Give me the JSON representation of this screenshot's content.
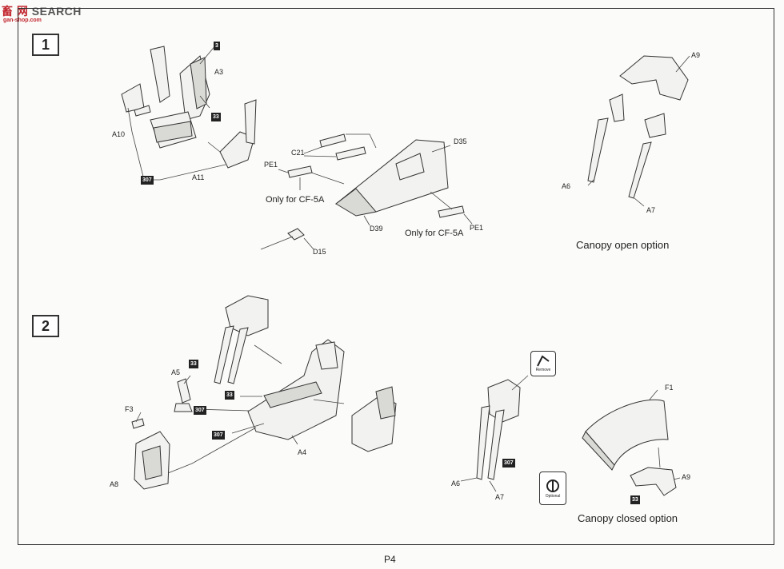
{
  "watermark": {
    "logo_main": "SEARCH",
    "logo_cn": "畜 网",
    "logo_sub": "gan-shop.com"
  },
  "steps": [
    {
      "number": "1"
    },
    {
      "number": "2"
    }
  ],
  "step1": {
    "labels": {
      "a10": "A10",
      "a3": "A3",
      "a11": "A11",
      "c21": "C21",
      "pe1_left": "PE1",
      "d35": "D35",
      "d39": "D39",
      "d15": "D15",
      "pe1_right": "PE1",
      "a9": "A9",
      "a6": "A6",
      "a7": "A7"
    },
    "boxes": {
      "b3": "3",
      "b33": "33",
      "b307": "307"
    },
    "notes": {
      "only_cf5a_left": "Only for CF-5A",
      "only_cf5a_right": "Only for CF-5A"
    },
    "caption": "Canopy open option"
  },
  "step2": {
    "labels": {
      "a5": "A5",
      "f3": "F3",
      "a8": "A8",
      "a4": "A4",
      "a6": "A6",
      "a7": "A7",
      "f1": "F1",
      "a9": "A9"
    },
    "boxes": {
      "b33a": "33",
      "b307a": "307",
      "b33b": "33",
      "b307b": "307",
      "b307c": "307",
      "b33c": "33"
    },
    "icons": {
      "remove": "Remove",
      "optional": "Optional"
    },
    "caption": "Canopy closed option"
  },
  "page_number": "P4"
}
